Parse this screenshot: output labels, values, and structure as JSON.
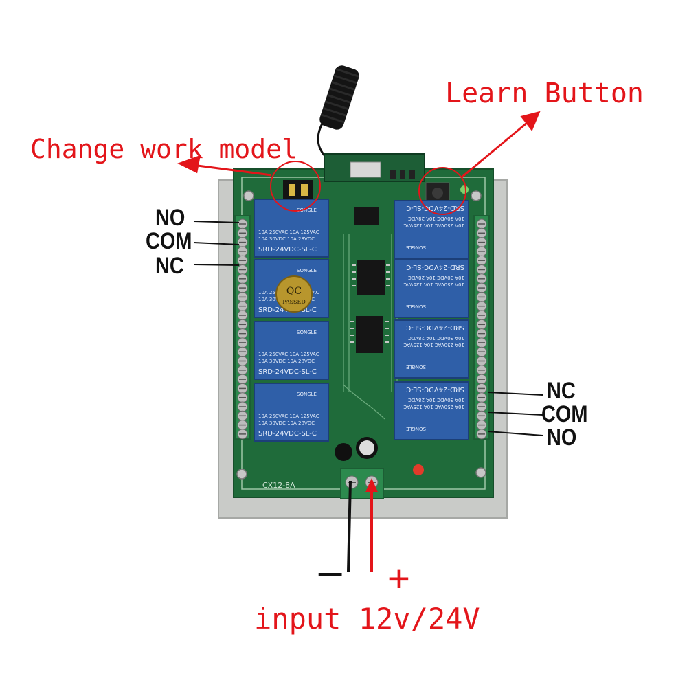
{
  "annotations": {
    "learn_button": "Learn Button",
    "change_work_model": "Change work model",
    "input_voltage": "input 12v/24V",
    "minus": "−",
    "plus": "+"
  },
  "left_terminal_labels": [
    "NO",
    "COM",
    "NC"
  ],
  "right_terminal_labels": [
    "NC",
    "COM",
    "NO"
  ],
  "relay_markings": {
    "brand": "SONGLE",
    "rating_1": "10A 250VAC  10A 125VAC",
    "rating_2": "10A  30VDC  10A  28VDC",
    "model": "SRD-24VDC-SL-C"
  },
  "qc_sticker": {
    "top": "QC",
    "bottom": "PASSED"
  },
  "board_label": "CX12-8A",
  "colors": {
    "annotation_red": "#e3151a",
    "pcb_green": "#1f6b3a",
    "relay_blue": "#2f5fa8",
    "terminal_green": "#2c8a4e"
  }
}
